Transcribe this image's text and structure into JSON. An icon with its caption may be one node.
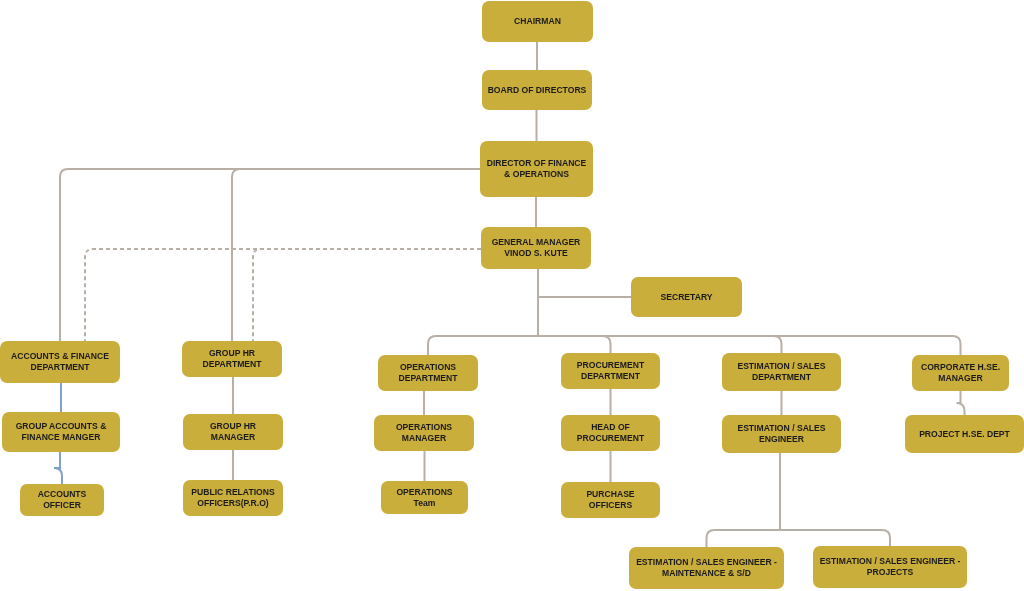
{
  "diagram": {
    "nodes": [
      {
        "text": [
          "CHAIRMAN"
        ]
      },
      {
        "text": [
          "BOARD OF DIRECTORS"
        ]
      },
      {
        "text": [
          "DIRECTOR OF FINANCE & OPERATIONS"
        ]
      },
      {
        "text": [
          "GENERAL MANAGER VINOD S. KUTE"
        ]
      },
      {
        "text": [
          "SECRETARY"
        ]
      },
      {
        "text": [
          "ACCOUNTS & FINANCE DEPARTMENT"
        ]
      },
      {
        "text": [
          "GROUP HR DEPARTMENT"
        ]
      },
      {
        "text": [
          "OPERATIONS DEPARTMENT"
        ]
      },
      {
        "text": [
          "PROCUREMENT DEPARTMENT"
        ]
      },
      {
        "text": [
          "ESTIMATION / SALES DEPARTMENT"
        ]
      },
      {
        "text": [
          "CORPORATE H.SE. MANAGER"
        ]
      },
      {
        "text": [
          "GROUP ACCOUNTS & FINANCE MANGER"
        ]
      },
      {
        "text": [
          "GROUP HR MANAGER"
        ]
      },
      {
        "text": [
          "OPERATIONS MANAGER"
        ]
      },
      {
        "text": [
          "HEAD OF PROCUREMENT"
        ]
      },
      {
        "text": [
          "ESTIMATION / SALES ENGINEER"
        ]
      },
      {
        "text": [
          "PROJECT H.SE. DEPT"
        ]
      },
      {
        "text": [
          "ACCOUNTS OFFICER"
        ]
      },
      {
        "text": [
          "PUBLIC RELATIONS OFFICERS(P.R.O)"
        ]
      },
      {
        "text": [
          "OPERATIONS Team"
        ]
      },
      {
        "text": [
          "PURCHASE OFFICERS"
        ]
      },
      {
        "text": [
          "ESTIMATION / SALES ENGINEER - MAINTENANCE & S/D"
        ]
      },
      {
        "text": [
          "ESTIMATION / SALES ENGINEER - PROJECTS"
        ]
      }
    ],
    "edges": [
      {
        "from": 0,
        "to": 1,
        "arrow": "none"
      },
      {
        "from": 1,
        "to": 2,
        "arrow": "none"
      },
      {
        "from": 2,
        "to": 3,
        "arrow": "none"
      },
      {
        "from": 2,
        "to": 5,
        "arrow": "none"
      },
      {
        "from": 2,
        "to": 6,
        "arrow": "none"
      },
      {
        "from": 3,
        "to": 5,
        "arrow": "none",
        "style": "dashed"
      },
      {
        "from": 3,
        "to": 6,
        "arrow": "none",
        "style": "dashed"
      },
      {
        "from": 3,
        "to": 4,
        "arrow": "none"
      },
      {
        "from": 3,
        "to": 7,
        "arrow": "none"
      },
      {
        "from": 3,
        "to": 8,
        "arrow": "none"
      },
      {
        "from": 3,
        "to": 9,
        "arrow": "none"
      },
      {
        "from": 3,
        "to": 10,
        "arrow": "none"
      },
      {
        "from": 5,
        "to": 11,
        "arrow": "none",
        "color": "#7f9fcc"
      },
      {
        "from": 11,
        "to": 17,
        "arrow": "none",
        "color": "#7f9fcc"
      },
      {
        "from": 6,
        "to": 12,
        "arrow": "none"
      },
      {
        "from": 12,
        "to": 18,
        "arrow": "none"
      },
      {
        "from": 7,
        "to": 13,
        "arrow": "none"
      },
      {
        "from": 13,
        "to": 19,
        "arrow": "none"
      },
      {
        "from": 8,
        "to": 14,
        "arrow": "none"
      },
      {
        "from": 14,
        "to": 20,
        "arrow": "none"
      },
      {
        "from": 9,
        "to": 15,
        "arrow": "none"
      },
      {
        "from": 15,
        "to": 21,
        "arrow": "none"
      },
      {
        "from": 15,
        "to": 22,
        "arrow": "none"
      },
      {
        "from": 10,
        "to": 16,
        "arrow": "none"
      }
    ]
  }
}
